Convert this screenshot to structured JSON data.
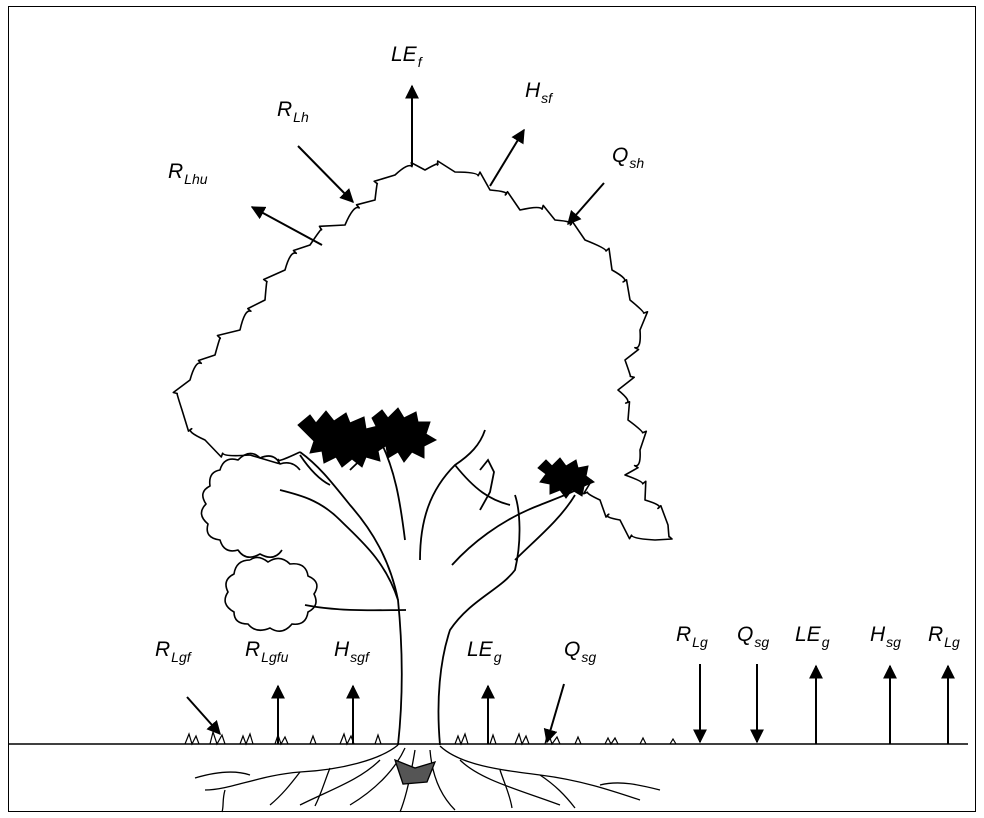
{
  "labels": {
    "le_f": {
      "main": "LE",
      "sub": "f"
    },
    "h_sf": {
      "main": "H",
      "sub": "sf"
    },
    "r_lh": {
      "main": "R",
      "sub": "Lh"
    },
    "q_sh": {
      "main": "Q",
      "sub": "sh"
    },
    "r_lhu": {
      "main": "R",
      "sub": "Lhu"
    },
    "r_lgf": {
      "main": "R",
      "sub": "Lgf"
    },
    "r_lgfu": {
      "main": "R",
      "sub": "Lgfu"
    },
    "h_sgf": {
      "main": "H",
      "sub": "sgf"
    },
    "le_g_under": {
      "main": "LE",
      "sub": "g"
    },
    "q_sg_under": {
      "main": "Q",
      "sub": "sg"
    },
    "r_lg_down": {
      "main": "R",
      "sub": "Lg"
    },
    "q_sg_open": {
      "main": "Q",
      "sub": "sg"
    },
    "le_g_open": {
      "main": "LE",
      "sub": "g"
    },
    "h_sg_open": {
      "main": "H",
      "sub": "sg"
    },
    "r_lg_up": {
      "main": "R",
      "sub": "Lg"
    }
  },
  "colors": {
    "ink": "#000000",
    "background": "#ffffff"
  },
  "illustration": "tree-line-drawing"
}
